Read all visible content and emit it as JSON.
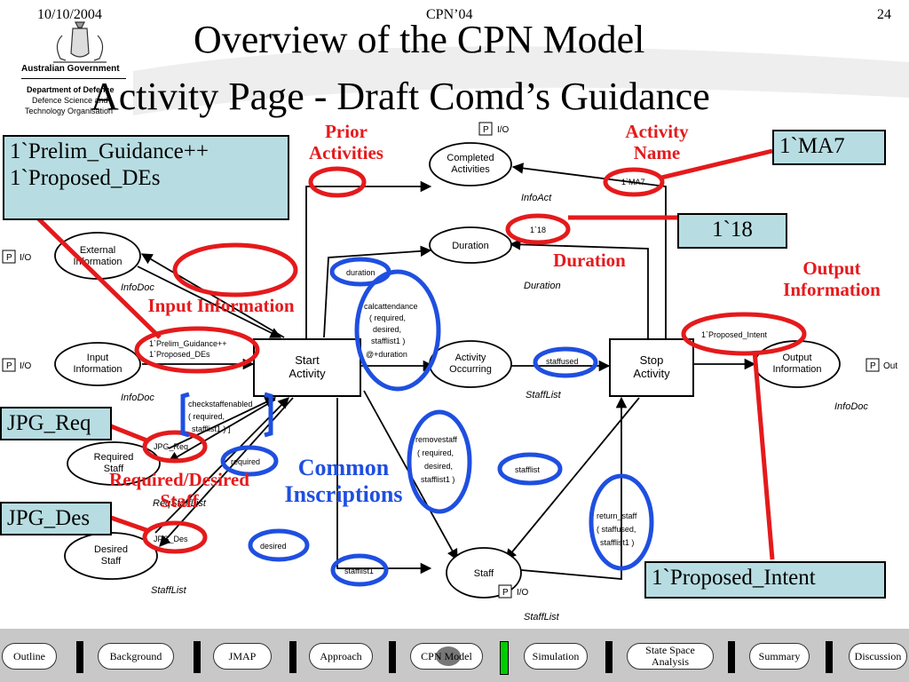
{
  "header": {
    "date": "10/10/2004",
    "conference": "CPN’04",
    "page_number": "24"
  },
  "title": {
    "line1": "Overview of the CPN Model",
    "line2": "Activity Page - Draft Comd’s Guidance"
  },
  "logo": {
    "line1": "Australian Government",
    "line2": "Department of Defence",
    "line3": "Defence Science and",
    "line4": "Technology Organisation"
  },
  "callouts": {
    "prelim": {
      "line1": "1`Prelim_Guidance++",
      "line2": "1`Proposed_DEs"
    },
    "ma7": "1`MA7",
    "n18": "1`18",
    "jpg_req": "JPG_Req",
    "jpg_des": "JPG_Des",
    "proposed_intent": "1`Proposed_Intent"
  },
  "red_labels": {
    "prior": [
      "Prior",
      "Activities"
    ],
    "activity_name": [
      "Activity",
      "Name"
    ],
    "duration": "Duration",
    "output_info": [
      "Output",
      "Information"
    ],
    "input_info": "Input Information",
    "req_des": [
      "Required/Desired",
      "Staff"
    ]
  },
  "blue_label": [
    "Common",
    "Inscriptions"
  ],
  "cpn": {
    "places": {
      "completed": [
        "Completed",
        "Activities"
      ],
      "external": [
        "External",
        "Information"
      ],
      "duration": [
        "Duration"
      ],
      "input": [
        "Input",
        "Information"
      ],
      "activity_occurring": [
        "Activity",
        "Occurring"
      ],
      "output": [
        "Output",
        "Information"
      ],
      "required": [
        "Required",
        "Staff"
      ],
      "desired": [
        "Desired",
        "Staff"
      ],
      "staff": [
        "Staff"
      ]
    },
    "transitions": {
      "start": [
        "Start",
        "Activity"
      ],
      "stop": [
        "Stop",
        "Activity"
      ]
    },
    "port_tags": {
      "p": "P",
      "io": "I/O",
      "out": "Out"
    },
    "types": {
      "infoact": "InfoAct",
      "infodoc_ext": "InfoDoc",
      "duration": "Duration",
      "infodoc_in": "InfoDoc",
      "stafflist_occ": "StaffList",
      "infodoc_out": "InfoDoc",
      "reqstafflist": "ReqStaffList",
      "stafflist_des": "StaffList",
      "stafflist_staff": "StaffList"
    },
    "inscriptions": {
      "ma7": "1`MA7",
      "n18": "1`18",
      "prelim": [
        "1`Prelim_Guidance++",
        "1`Proposed_DEs"
      ],
      "proposed_intent": "1`Proposed_Intent",
      "jpg_req": "JPG_Req",
      "jpg_des": "JPG_Des",
      "duration_arc": "duration",
      "calcattendance": [
        "calcattendance",
        "( required,",
        "desired,",
        "stafflist1 )",
        "@+duration"
      ],
      "checkstaff": [
        "checkstaffenabled",
        "( required,",
        "stafflist1 ) ]"
      ],
      "staffused": "staffused",
      "required": "required",
      "desired": "desired",
      "removestaff": [
        "removestaff",
        "( required,",
        "desired,",
        "stafflist1 )"
      ],
      "stafflist": "stafflist",
      "stafflist1": "stafflist1",
      "returnstaff": [
        "return_staff",
        "( staffused,",
        "stafflist1 )"
      ]
    }
  },
  "nav": {
    "items": [
      "Outline",
      "Background",
      "JMAP",
      "Approach",
      "CPN Model",
      "Simulation",
      "State Space Analysis",
      "Summary",
      "Discussion"
    ],
    "active_index": 4,
    "active_marker_color": "#00cc00"
  },
  "colors": {
    "highlight_red": "#e41a1c",
    "highlight_blue": "#1f4fe0",
    "callout_fill": "#b7dde2"
  }
}
